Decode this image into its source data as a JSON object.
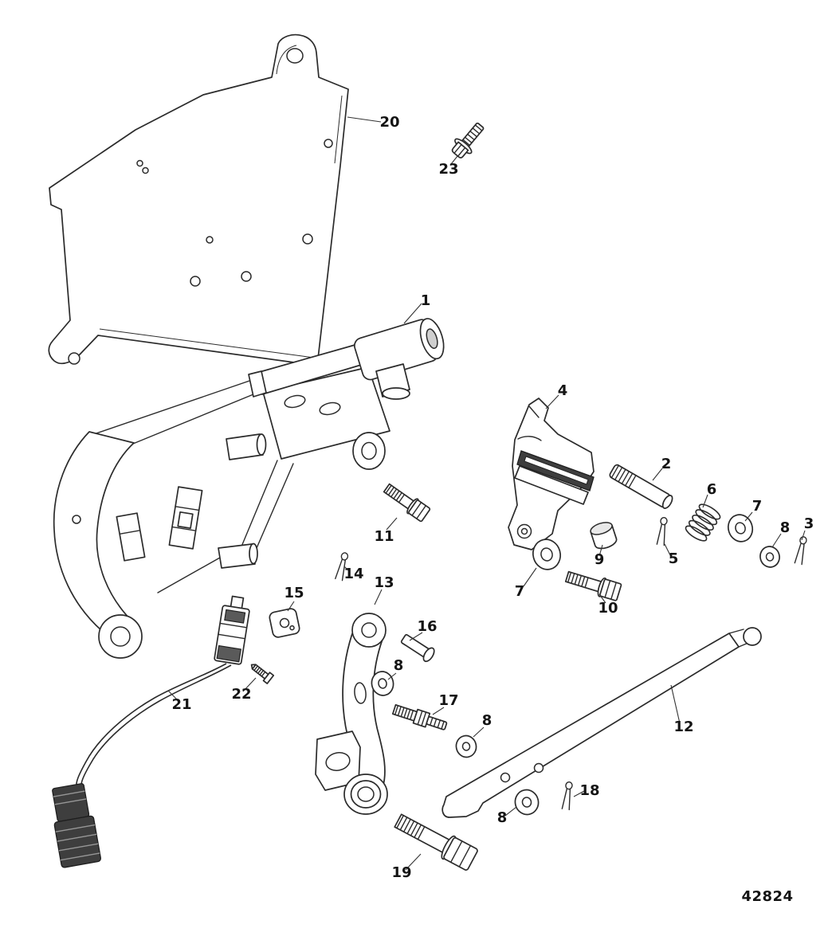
{
  "diagram": {
    "drawing_number": "42824",
    "callouts": [
      {
        "label": "20"
      },
      {
        "label": "23"
      },
      {
        "label": "1"
      },
      {
        "label": "4"
      },
      {
        "label": "2"
      },
      {
        "label": "6"
      },
      {
        "label": "7"
      },
      {
        "label": "8"
      },
      {
        "label": "3"
      },
      {
        "label": "11"
      },
      {
        "label": "9"
      },
      {
        "label": "5"
      },
      {
        "label": "7"
      },
      {
        "label": "10"
      },
      {
        "label": "14"
      },
      {
        "label": "15"
      },
      {
        "label": "13"
      },
      {
        "label": "16"
      },
      {
        "label": "8"
      },
      {
        "label": "17"
      },
      {
        "label": "8"
      },
      {
        "label": "12"
      },
      {
        "label": "21"
      },
      {
        "label": "22"
      },
      {
        "label": "18"
      },
      {
        "label": "8"
      },
      {
        "label": "19"
      }
    ]
  }
}
